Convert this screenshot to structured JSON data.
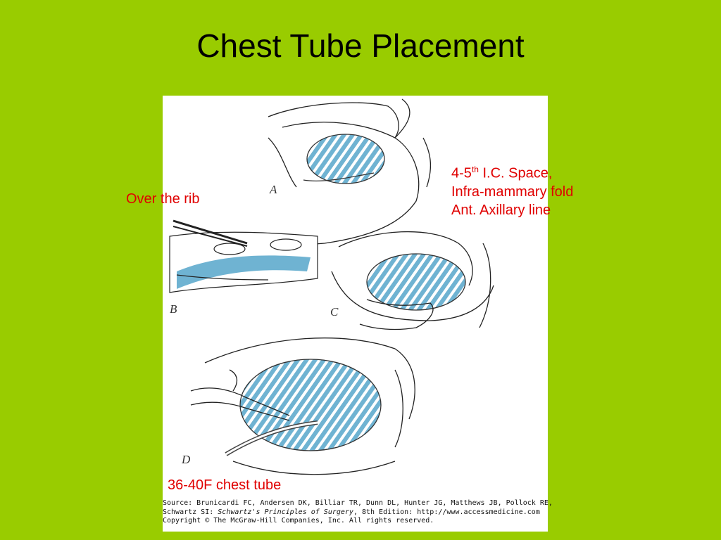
{
  "slide": {
    "title": "Chest Tube Placement",
    "background_color": "#99cc00",
    "caption_color": "#e00000"
  },
  "figure": {
    "panels": [
      "A",
      "B",
      "C",
      "D"
    ]
  },
  "captions": {
    "site_prefix": "4-5",
    "site_sup": "th",
    "site_rest": " I.C. Space,",
    "site_line2": "Infra-mammary fold",
    "site_line3": "Ant. Axillary line",
    "over_rib": "Over the rib",
    "tube_size": "36-40F chest tube"
  },
  "source": {
    "line1": "Source: Brunicardi FC, Andersen DK, Billiar TR, Dunn DL, Hunter JG, Matthews JB, Pollock RE,",
    "line2_a": "Schwartz SI: ",
    "line2_em": "Schwartz's Principles of Surgery",
    "line2_b": ", 8th Edition: http://www.accessmedicine.com",
    "line3": "Copyright © The McGraw-Hill Companies, Inc. All rights reserved."
  }
}
